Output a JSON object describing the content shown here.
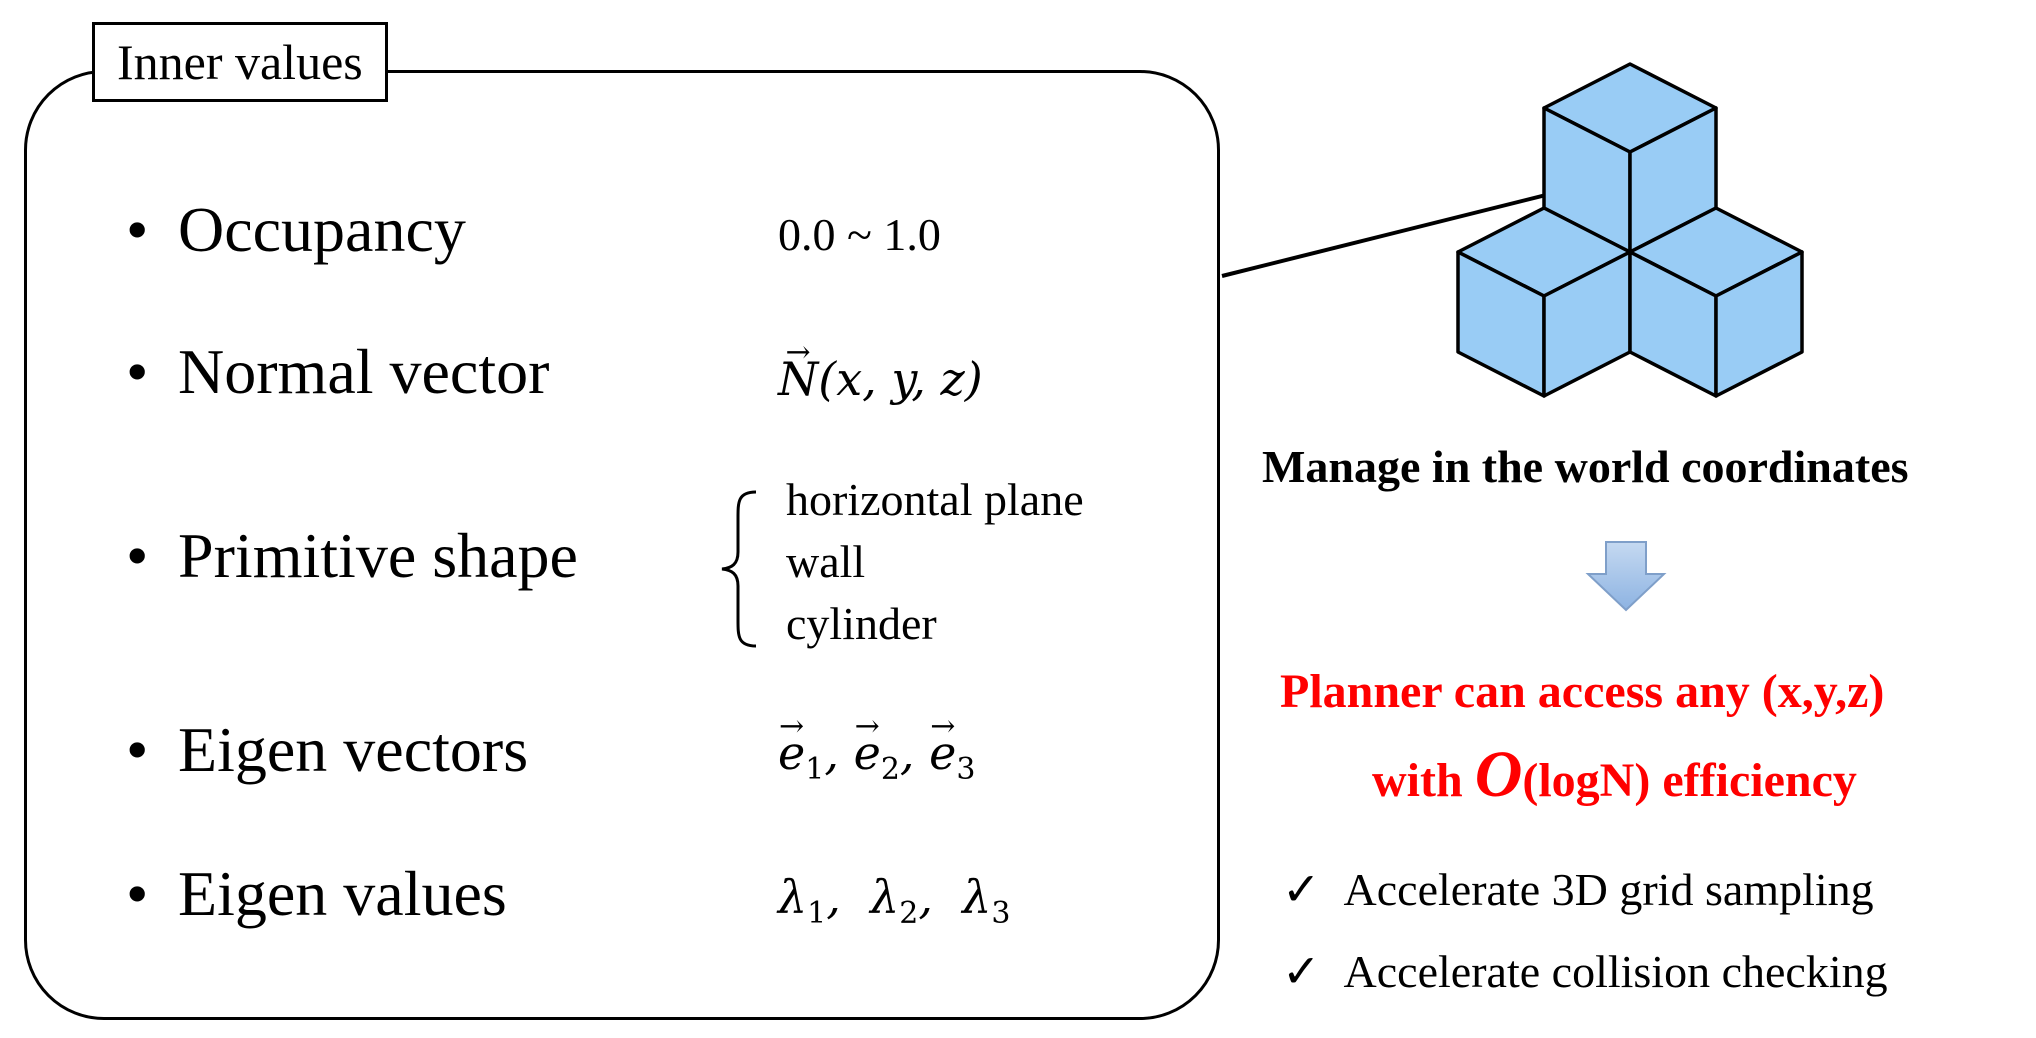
{
  "panel": {
    "tab_label": "Inner values",
    "items": [
      {
        "label": "Occupancy",
        "value": "0.0 ~ 1.0"
      },
      {
        "label": "Normal vector",
        "value_vec": "N",
        "value_rest": "(x, y, z)"
      },
      {
        "label": "Primitive shape",
        "options": [
          "horizontal plane",
          "wall",
          "cylinder"
        ]
      },
      {
        "label": "Eigen vectors",
        "e1": "e",
        "e1_sub": "1",
        "e2": "e",
        "e2_sub": "2",
        "e3": "e",
        "e3_sub": "3"
      },
      {
        "label": "Eigen values",
        "l1": "λ",
        "l1_sub": "1",
        "l2": "λ",
        "l2_sub": "2",
        "l3": "λ",
        "l3_sub": "3"
      }
    ],
    "bullet": "•"
  },
  "right": {
    "manage_text": "Manage in the world coordinates",
    "planner_line1": "Planner can access any (x,y,z)",
    "planner_line2_pre": "with ",
    "planner_line2_O": "O",
    "planner_line2_post": "(logN) efficiency",
    "checks": [
      {
        "mark": "✓",
        "text": "Accelerate 3D grid sampling"
      },
      {
        "mark": "✓",
        "text": "Accelerate collision checking"
      }
    ]
  },
  "colors": {
    "cube_fill": "#99ccf5",
    "arrow_fill": "#8db3e2",
    "highlight": "#ff0000"
  }
}
